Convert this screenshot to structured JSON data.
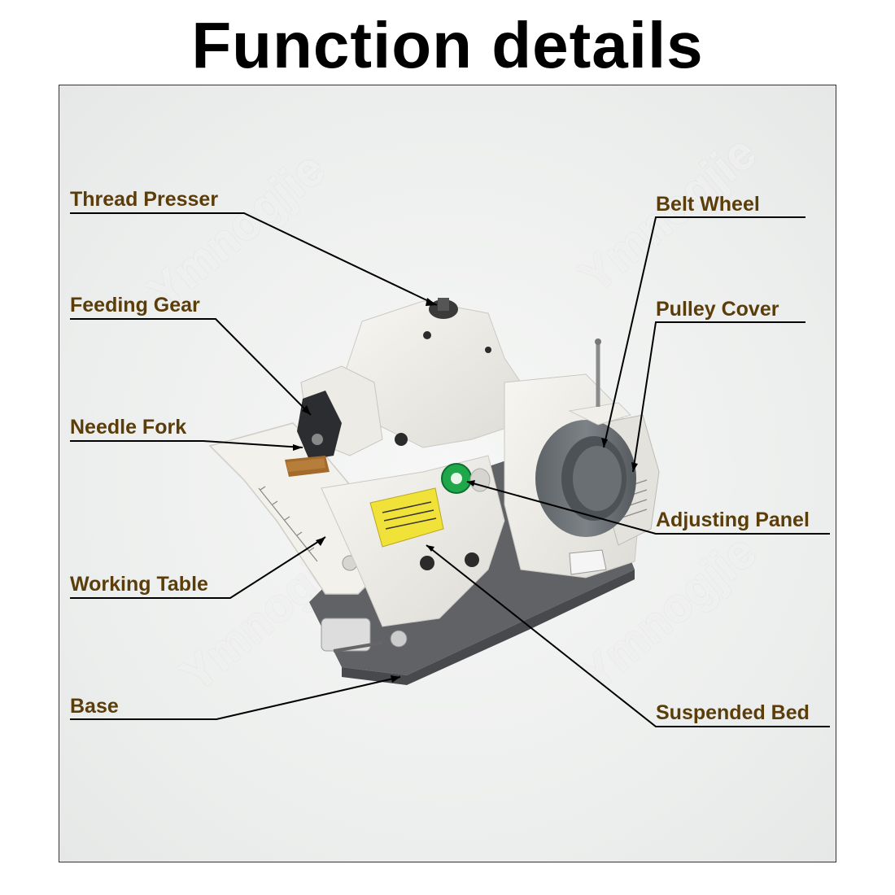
{
  "title": "Function details",
  "watermark": "Ymnogjie",
  "labels": {
    "thread_presser": "Thread Presser",
    "feeding_gear": "Feeding Gear",
    "needle_fork": "Needle Fork",
    "working_table": "Working Table",
    "base": "Base",
    "belt_wheel": "Belt Wheel",
    "pulley_cover": "Pulley Cover",
    "adjusting_panel": "Adjusting Panel",
    "suspended_bed": "Suspended Bed"
  },
  "colors": {
    "label_text": "#5b3d0a",
    "machine_body": "#efeeea",
    "base_plate": "#5f6165",
    "belt_wheel": "#6e7378",
    "dial": "#1fa84a",
    "warning_label": "#f1e23a"
  }
}
